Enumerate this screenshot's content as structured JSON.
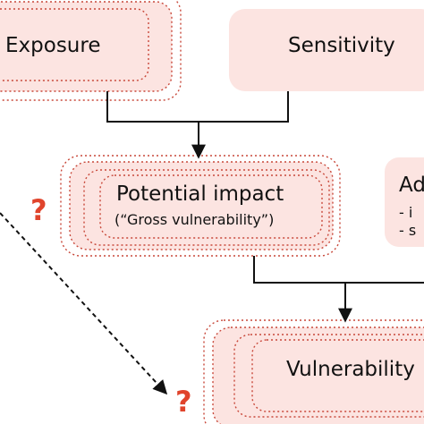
{
  "nodes": {
    "exposure": {
      "label": "Exposure"
    },
    "sensitivity": {
      "label": "Sensitivity"
    },
    "potential_impact": {
      "label": "Potential impact",
      "sublabel": "(“Gross vulnerability”)"
    },
    "adaptive": {
      "label": "Ad",
      "items": [
        "- i",
        "- s"
      ]
    },
    "vulnerability": {
      "label": "Vulnerability"
    }
  },
  "markers": {
    "question": "?"
  },
  "colors": {
    "box_fill": "#fce4e1",
    "dotted_border": "#c8483a",
    "arrow": "#111111",
    "question_mark": "#e0442c"
  }
}
